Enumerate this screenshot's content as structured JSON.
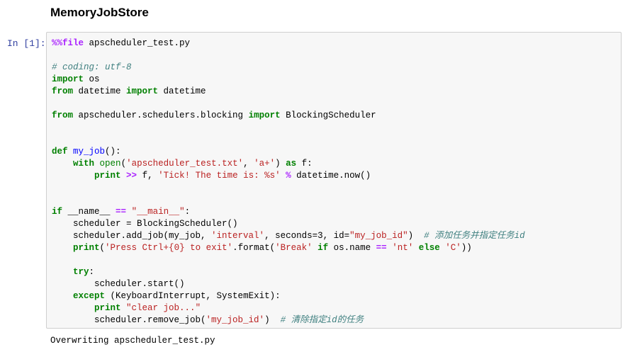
{
  "heading": "MemoryJobStore",
  "prompt": "In [1]:",
  "code": {
    "l1_magic": "%%file",
    "l1_rest": " apscheduler_test.py",
    "l3_comment": "# coding: utf-8",
    "l4_import": "import",
    "l4_rest": " os",
    "l5_from": "from",
    "l5_mod": " datetime ",
    "l5_import": "import",
    "l5_rest": " datetime",
    "l7_from": "from",
    "l7_mod": " apscheduler.schedulers.blocking ",
    "l7_import": "import",
    "l7_rest": " BlockingScheduler",
    "l10_def": "def",
    "l10_sp": " ",
    "l10_fn": "my_job",
    "l10_rest": "():",
    "l11_indent": "    ",
    "l11_with": "with",
    "l11_sp": " ",
    "l11_open": "open",
    "l11_p1": "(",
    "l11_s1": "'apscheduler_test.txt'",
    "l11_c": ", ",
    "l11_s2": "'a+'",
    "l11_p2": ") ",
    "l11_as": "as",
    "l11_rest": " f:",
    "l12_indent": "        ",
    "l12_print": "print",
    "l12_sp": " ",
    "l12_op": ">>",
    "l12_f": " f, ",
    "l12_str": "'Tick! The time is: %s'",
    "l12_sp2": " ",
    "l12_pct": "%",
    "l12_rest": " datetime.now()",
    "l15_if": "if",
    "l15_name": " __name__ ",
    "l15_eq": "==",
    "l15_sp": " ",
    "l15_str": "\"__main__\"",
    "l15_colon": ":",
    "l16": "    scheduler = BlockingScheduler()",
    "l17_a": "    scheduler.add_job(my_job, ",
    "l17_s1": "'interval'",
    "l17_b": ", seconds=3, id=",
    "l17_s2": "\"my_job_id\"",
    "l17_c": ")  ",
    "l17_cm": "# 添加任务并指定任务id",
    "l18_indent": "    ",
    "l18_print": "print",
    "l18_p": "(",
    "l18_s1": "'Press Ctrl+{0} to exit'",
    "l18_fmt": ".format(",
    "l18_s2": "'Break'",
    "l18_sp": " ",
    "l18_if": "if",
    "l18_osname": " os.name ",
    "l18_eq": "==",
    "l18_sp2": " ",
    "l18_s3": "'nt'",
    "l18_sp3": " ",
    "l18_else": "else",
    "l18_sp4": " ",
    "l18_s4": "'C'",
    "l18_end": "))",
    "l20_indent": "    ",
    "l20_try": "try",
    "l20_colon": ":",
    "l21": "        scheduler.start()",
    "l22_indent": "    ",
    "l22_except": "except",
    "l22_rest": " (KeyboardInterrupt, SystemExit):",
    "l23_indent": "        ",
    "l23_print": "print",
    "l23_sp": " ",
    "l23_str": "\"clear job...\"",
    "l24_a": "        scheduler.remove_job(",
    "l24_s": "'my_job_id'",
    "l24_b": ")  ",
    "l24_cm": "# 清除指定id的任务"
  },
  "output": "Overwriting apscheduler_test.py"
}
